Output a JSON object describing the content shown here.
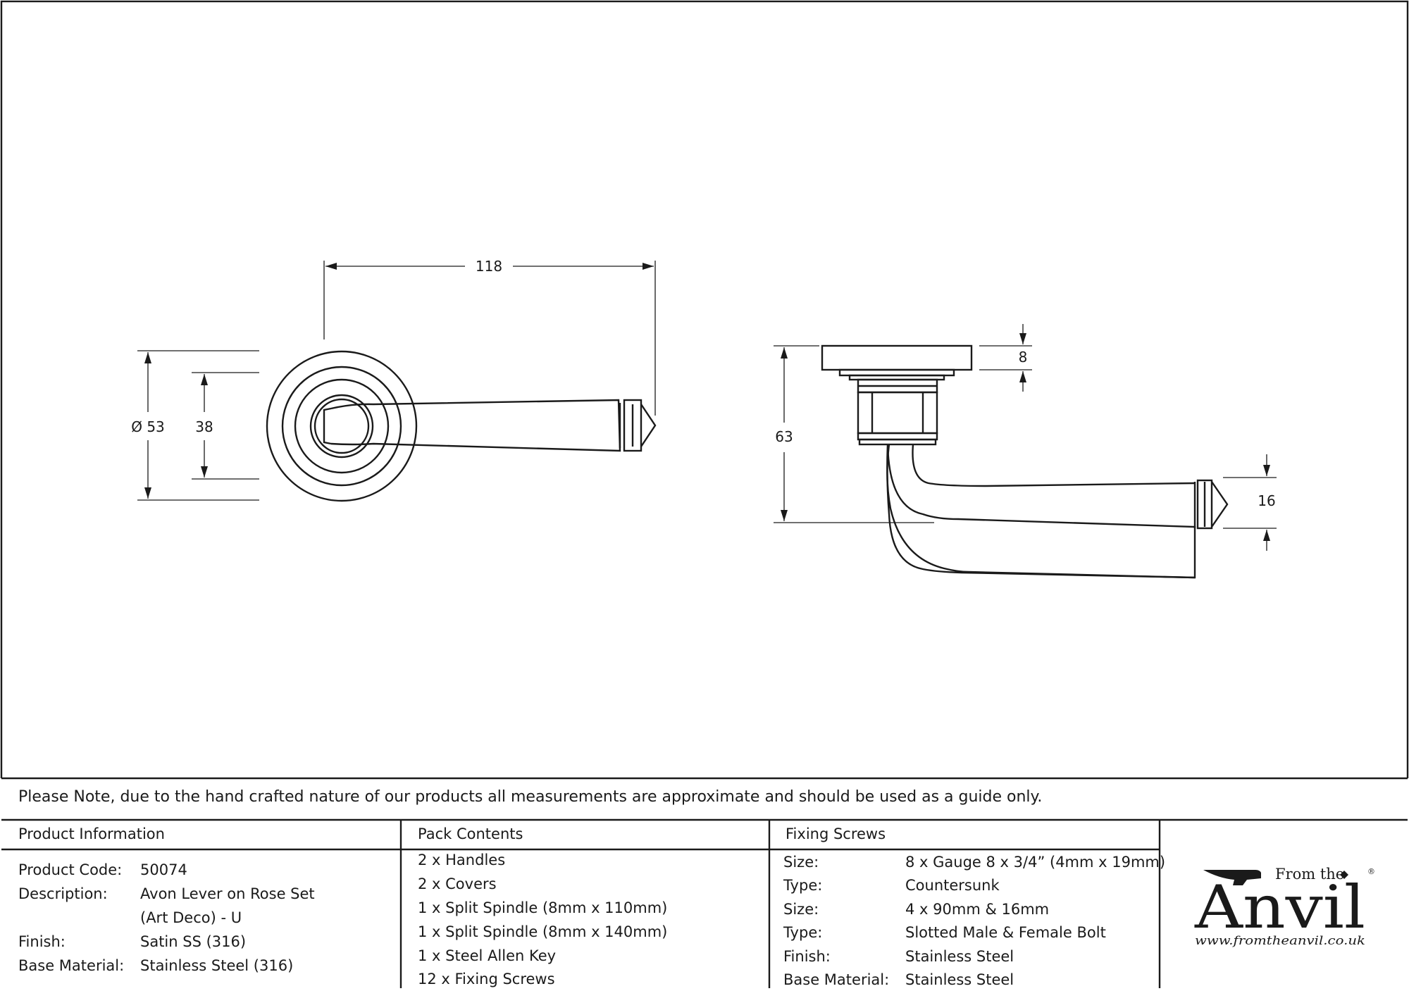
{
  "drawing": {
    "front_view": {
      "length_dim": "118",
      "rose_diameter_dim": "Ø 53",
      "inner_rose_dim": "38"
    },
    "side_view": {
      "height_dim": "63",
      "rose_thickness_dim": "8",
      "lever_end_dim": "16"
    }
  },
  "note": "Please Note, due to the hand crafted nature of our products all measurements are approximate and should be used as a guide only.",
  "product_information": {
    "heading": "Product Information",
    "rows": [
      {
        "label": "Product Code:",
        "value": "50074"
      },
      {
        "label": "Description:",
        "value": "Avon Lever on Rose Set"
      },
      {
        "label": "",
        "value": "(Art Deco) - U"
      },
      {
        "label": "Finish:",
        "value": "Satin SS (316)"
      },
      {
        "label": "Base Material:",
        "value": "Stainless Steel (316)"
      }
    ]
  },
  "pack_contents": {
    "heading": "Pack Contents",
    "items": [
      "2 x Handles",
      "2 x Covers",
      "1 x Split Spindle (8mm x 110mm)",
      "1 x Split Spindle (8mm x 140mm)",
      "1 x Steel Allen Key",
      "12 x Fixing Screws"
    ]
  },
  "fixing_screws": {
    "heading": "Fixing Screws",
    "rows": [
      {
        "label": "Size:",
        "value": "8 x Gauge 8 x 3/4” (4mm x 19mm)"
      },
      {
        "label": "Type:",
        "value": "Countersunk"
      },
      {
        "label": "Size:",
        "value": "4 x 90mm & 16mm"
      },
      {
        "label": "Type:",
        "value": "Slotted Male & Female Bolt"
      },
      {
        "label": "Finish:",
        "value": "Stainless Steel"
      },
      {
        "label": "Base Material:",
        "value": "Stainless Steel"
      }
    ]
  },
  "logo": {
    "from_the": "From the",
    "brand": "Anvil",
    "registered": "®",
    "url": "www.fromtheanvil.co.uk"
  }
}
